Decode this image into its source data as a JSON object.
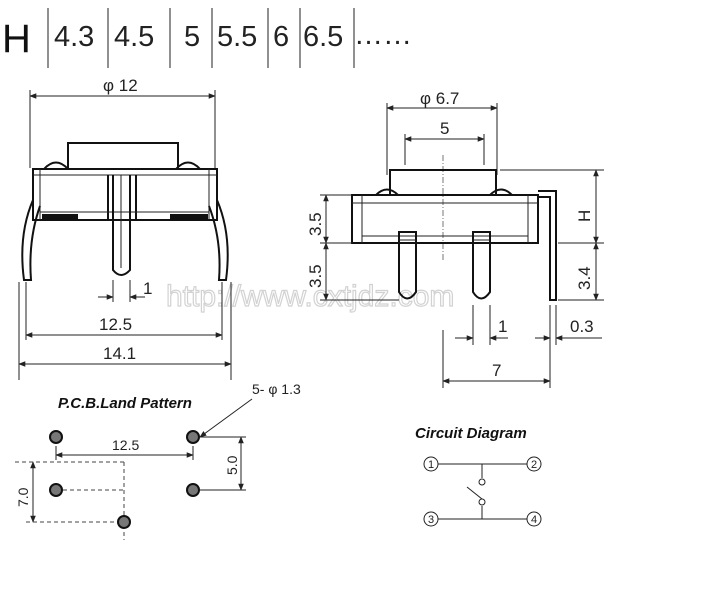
{
  "header": {
    "symbol": "H",
    "values": [
      "4.3",
      "4.5",
      "5",
      "5.5",
      "6",
      "6.5"
    ],
    "ellipsis": "……"
  },
  "front_view": {
    "dims": {
      "overall_dia": "φ 12",
      "lead_pitch": "12.5",
      "width_total": "14.1",
      "pin_width": "1"
    }
  },
  "side_view": {
    "dims": {
      "cap_dia": "φ 6.7",
      "actuator_width": "5",
      "body_height": "3.5",
      "pin_length": "3.5",
      "height_var": "H",
      "pin_height": "3.4",
      "pin_width": "1",
      "lead_thickness": "0.3",
      "lead_span": "7"
    }
  },
  "pcb": {
    "title": "P.C.B.Land Pattern",
    "hole_callout": "5- φ 1.3",
    "dims": {
      "pitch_x": "12.5",
      "pitch_y": "5.0",
      "pitch_y2": "7.0"
    }
  },
  "circuit": {
    "title": "Circuit Diagram",
    "pins": [
      "1",
      "2",
      "3",
      "4"
    ]
  },
  "watermark": "http://www.cxtjdz.com"
}
